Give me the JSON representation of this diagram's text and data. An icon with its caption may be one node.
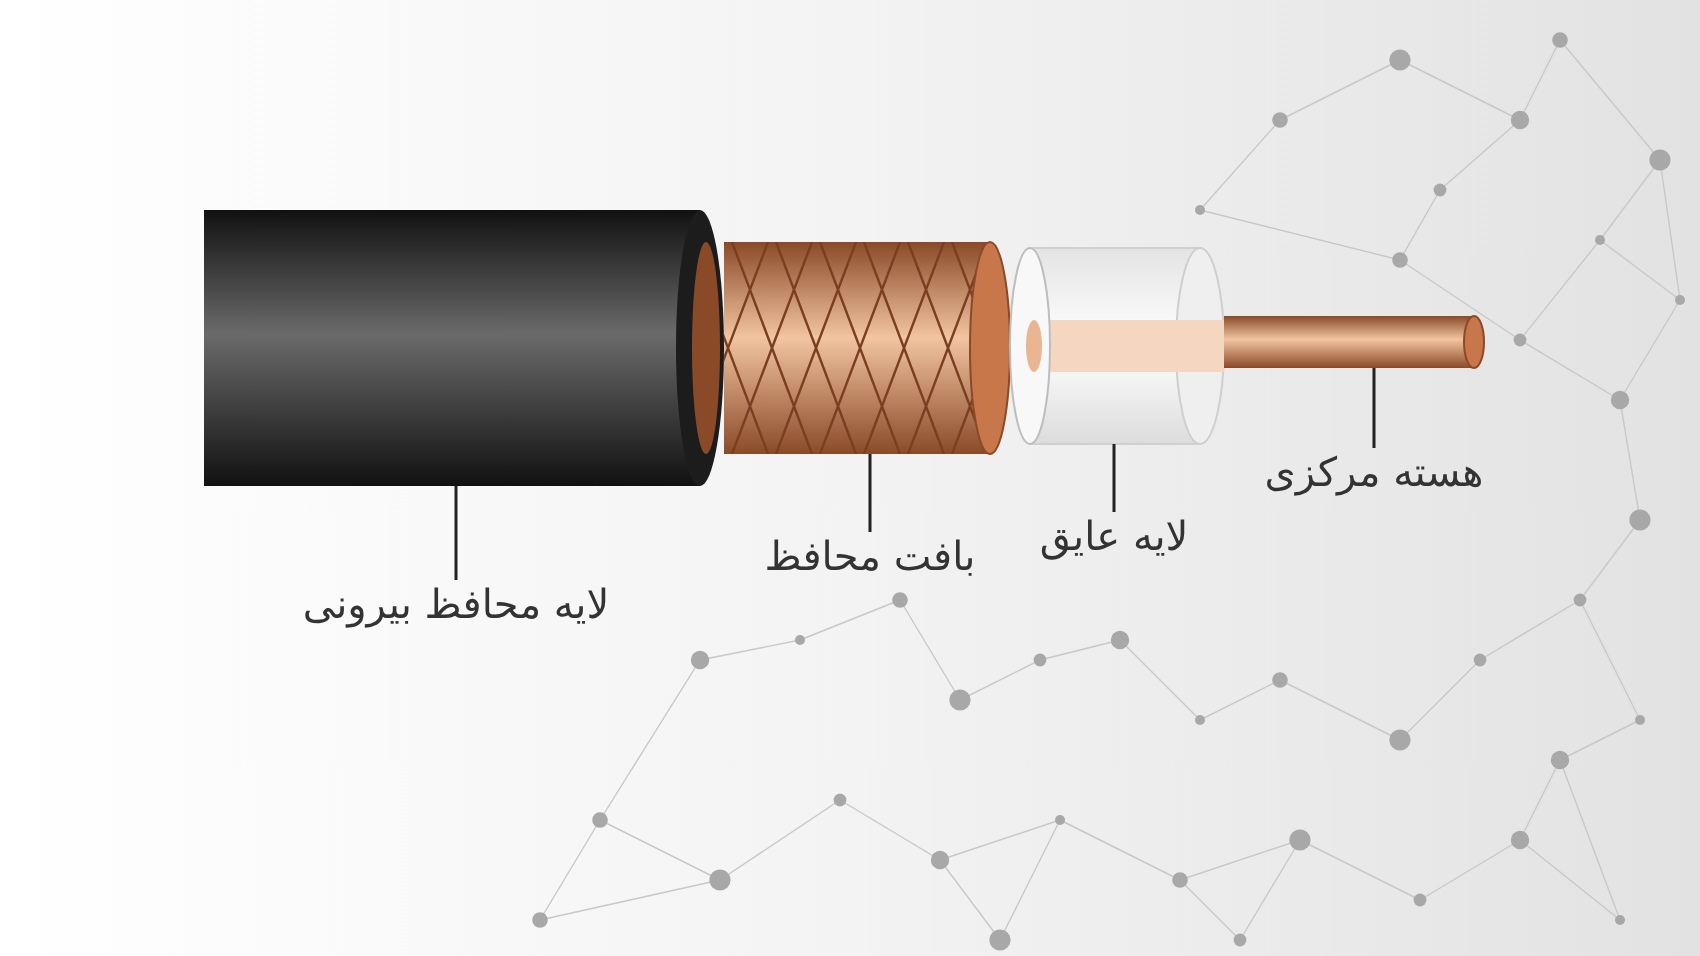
{
  "diagram": {
    "nodes": [
      {
        "text": [],
        "shape": "cylinder"
      },
      {
        "text": [],
        "shape": "cylinder"
      },
      {
        "text": [],
        "shape": "cylinder"
      },
      {
        "text": [],
        "shape": "cylinder"
      },
      {
        "text": [
          "لایه محافظ بیرونی"
        ]
      },
      {
        "text": [
          "بافت محافظ"
        ]
      },
      {
        "text": [
          "لایه عایق"
        ]
      },
      {
        "text": [
          "هسته مرکزی"
        ]
      }
    ],
    "edges": [
      {
        "from": 4,
        "to": 0,
        "arrow": "none"
      },
      {
        "from": 5,
        "to": 1,
        "arrow": "none"
      },
      {
        "from": 6,
        "to": 2,
        "arrow": "none"
      },
      {
        "from": 7,
        "to": 3,
        "arrow": "none"
      }
    ]
  }
}
